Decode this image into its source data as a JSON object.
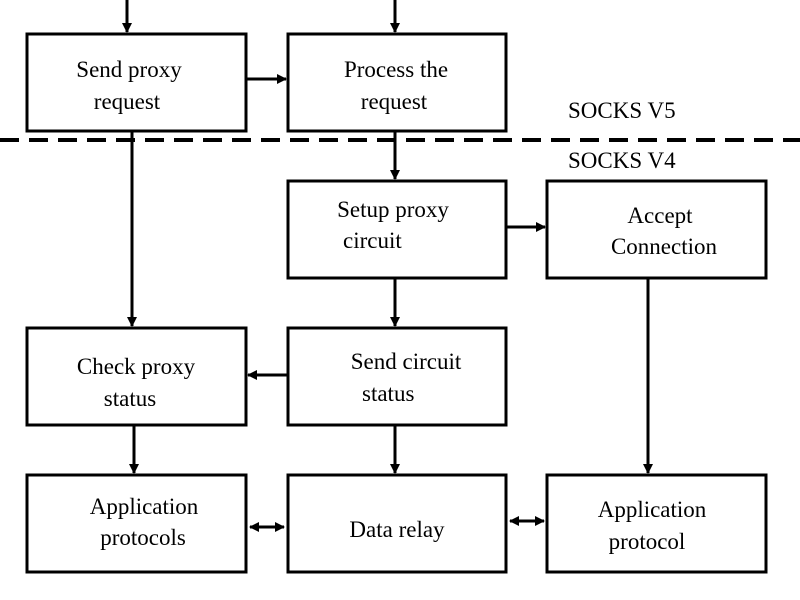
{
  "nodes": {
    "send_proxy_request": {
      "line1": "Send proxy",
      "line2": "request"
    },
    "process_request": {
      "line1": "Process the",
      "line2": "request"
    },
    "setup_proxy_circuit": {
      "line1": "Setup proxy",
      "line2": "circuit"
    },
    "accept_connection": {
      "line1": "Accept",
      "line2": "Connection"
    },
    "check_proxy_status": {
      "line1": "Check proxy",
      "line2": "status"
    },
    "send_circuit_status": {
      "line1": "Send circuit",
      "line2": "status"
    },
    "application_protocols": {
      "line1": "Application",
      "line2": "protocols"
    },
    "data_relay": {
      "line1": "Data relay"
    },
    "application_protocol": {
      "line1": "Application",
      "line2": "protocol"
    }
  },
  "divider": {
    "upper_label": "SOCKS V5",
    "lower_label": "SOCKS V4"
  }
}
